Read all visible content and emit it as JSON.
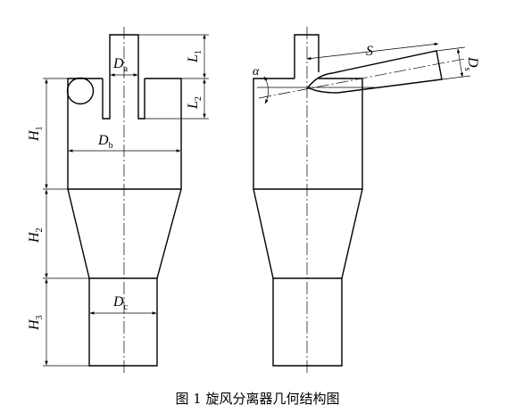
{
  "caption": "图 1 旋风分离器几何结构图",
  "labels": {
    "Da": {
      "main": "D",
      "sub": "a"
    },
    "Db": {
      "main": "D",
      "sub": "b"
    },
    "Dc": {
      "main": "D",
      "sub": "c"
    },
    "Ds": {
      "main": "D",
      "sub": "s"
    },
    "L1": {
      "main": "L",
      "sub": "1"
    },
    "L2": {
      "main": "L",
      "sub": "2"
    },
    "H1": {
      "main": "H",
      "sub": "1"
    },
    "H2": {
      "main": "H",
      "sub": "2"
    },
    "H3": {
      "main": "H",
      "sub": "3"
    },
    "S": {
      "main": "S"
    },
    "alpha": {
      "main": "α"
    }
  }
}
